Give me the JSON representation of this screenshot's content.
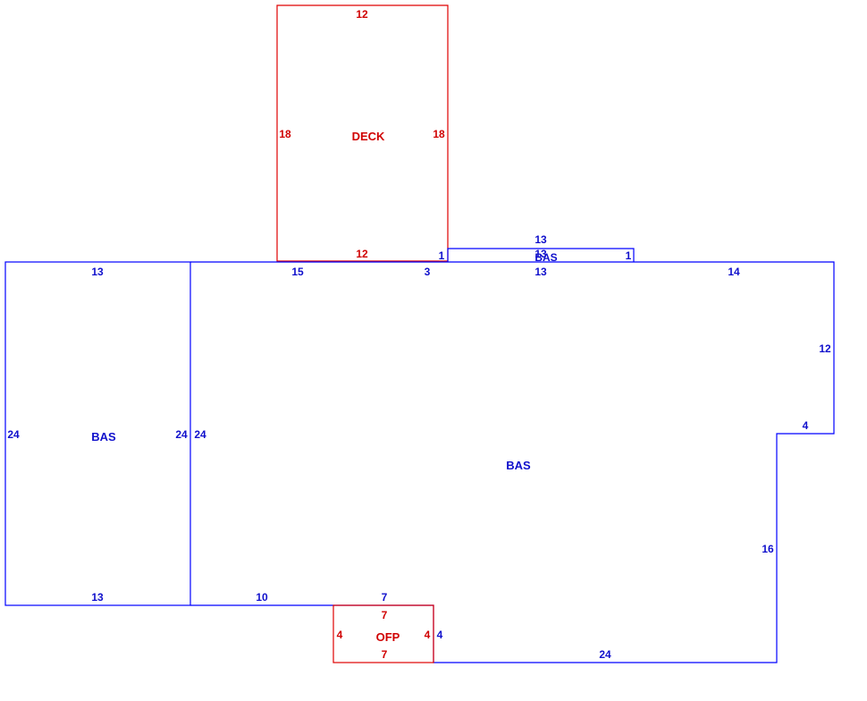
{
  "colors": {
    "bas": "#0000ff",
    "deck": "#e00000",
    "ofp": "#e00000"
  },
  "areas": {
    "deck": {
      "label": "DECK",
      "dims": {
        "top": "12",
        "left": "18",
        "right": "18",
        "bottom": "12"
      }
    },
    "bas_small": {
      "label": "BAS",
      "dims": {
        "top": "13",
        "inner": "13",
        "right": "1"
      }
    },
    "bas_left": {
      "label": "BAS",
      "dims": {
        "top": "13",
        "left": "24",
        "right": "24",
        "bottom": "13"
      }
    },
    "bas_main": {
      "label": "BAS",
      "dims": {
        "left": "24",
        "top_a": "15",
        "top_b": "3",
        "top_c": "13",
        "top_d": "14",
        "deck_step": "1",
        "right_upper": "12",
        "right_step": "4",
        "right_lower": "16",
        "bottom_right": "24",
        "bottom_left": "10",
        "bottom_mid": "7",
        "notch_side": "4"
      }
    },
    "ofp": {
      "label": "OFP",
      "dims": {
        "top": "7",
        "left": "4",
        "right": "4",
        "bottom": "7"
      }
    }
  }
}
